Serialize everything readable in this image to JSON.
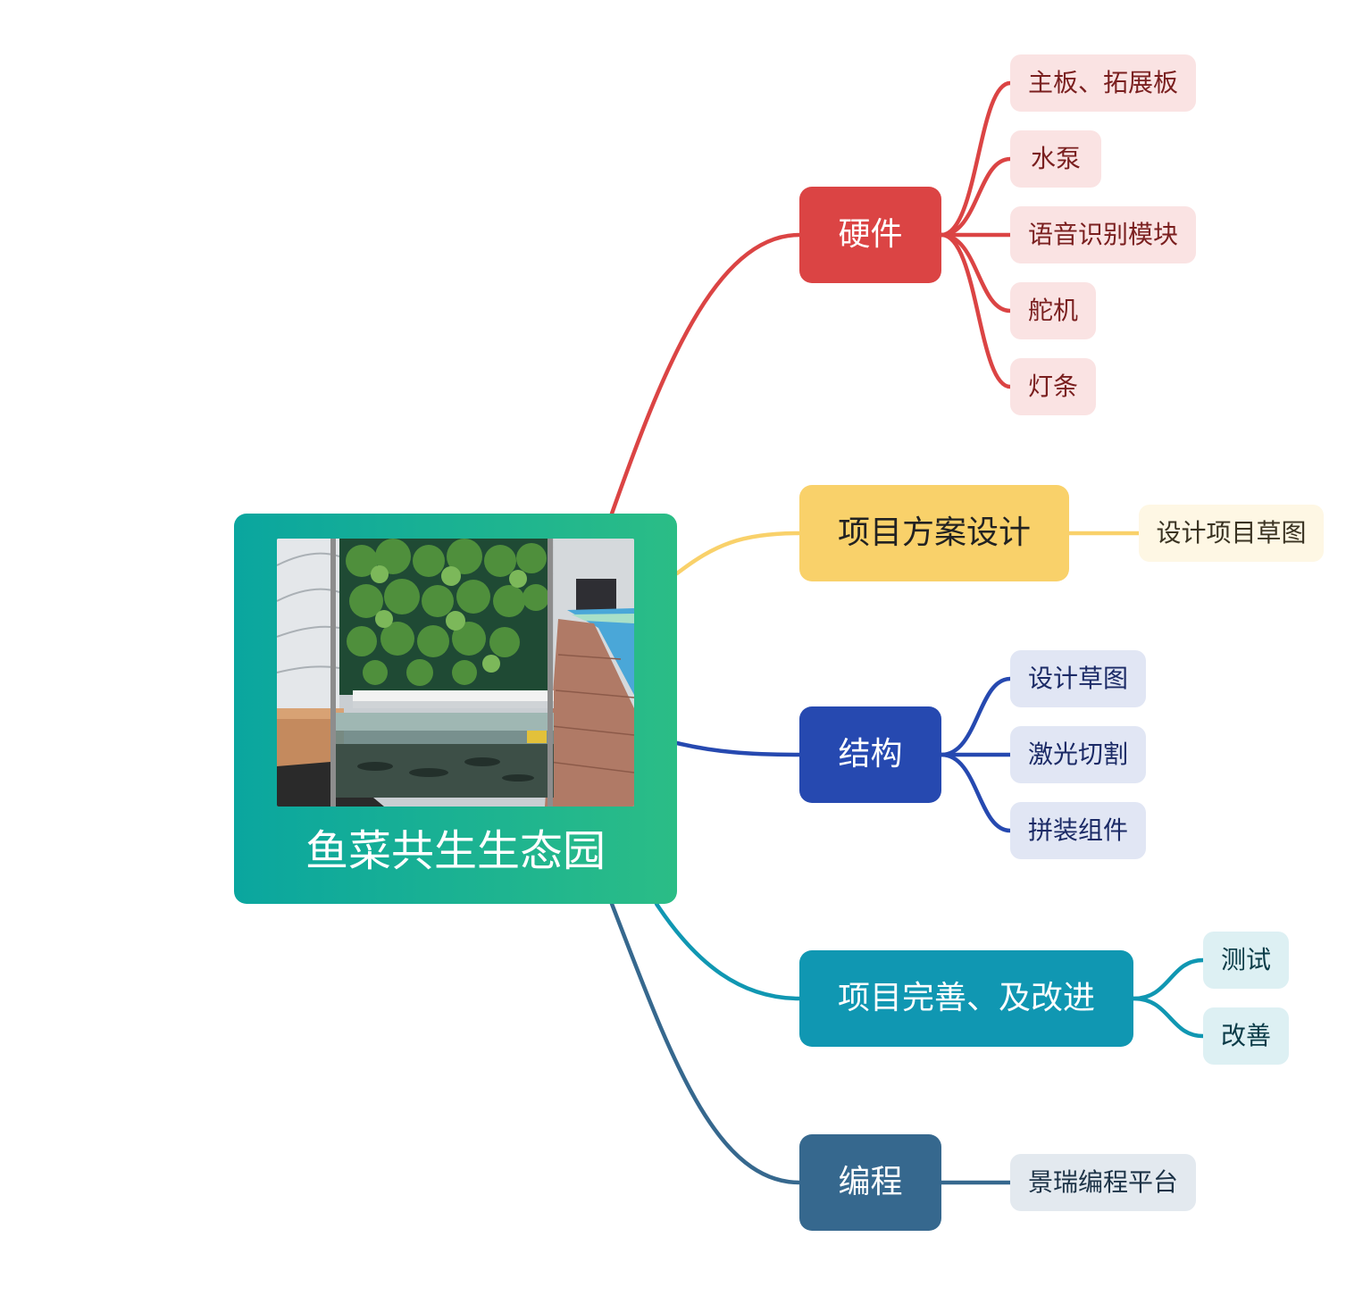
{
  "colors": {
    "root_start": "#0aa69f",
    "root_end": "#2bbd86",
    "hardware": "#db4444",
    "plan": "#f9d16a",
    "structure": "#2649b0",
    "improve": "#1097b2",
    "programming": "#36688e"
  },
  "root": {
    "title": "鱼菜共生生态园",
    "image": "aquaponics-greenhouse-photo"
  },
  "branches": {
    "hardware": {
      "label": "硬件",
      "children": [
        "主板、拓展板",
        "水泵",
        "语音识别模块",
        "舵机",
        "灯条"
      ]
    },
    "plan": {
      "label": "项目方案设计",
      "children": [
        "设计项目草图"
      ]
    },
    "structure": {
      "label": "结构",
      "children": [
        "设计草图",
        "激光切割",
        "拼装组件"
      ]
    },
    "improve": {
      "label": "项目完善、及改进",
      "children": [
        "测试",
        "改善"
      ]
    },
    "programming": {
      "label": "编程",
      "children": [
        "景瑞编程平台"
      ]
    }
  }
}
